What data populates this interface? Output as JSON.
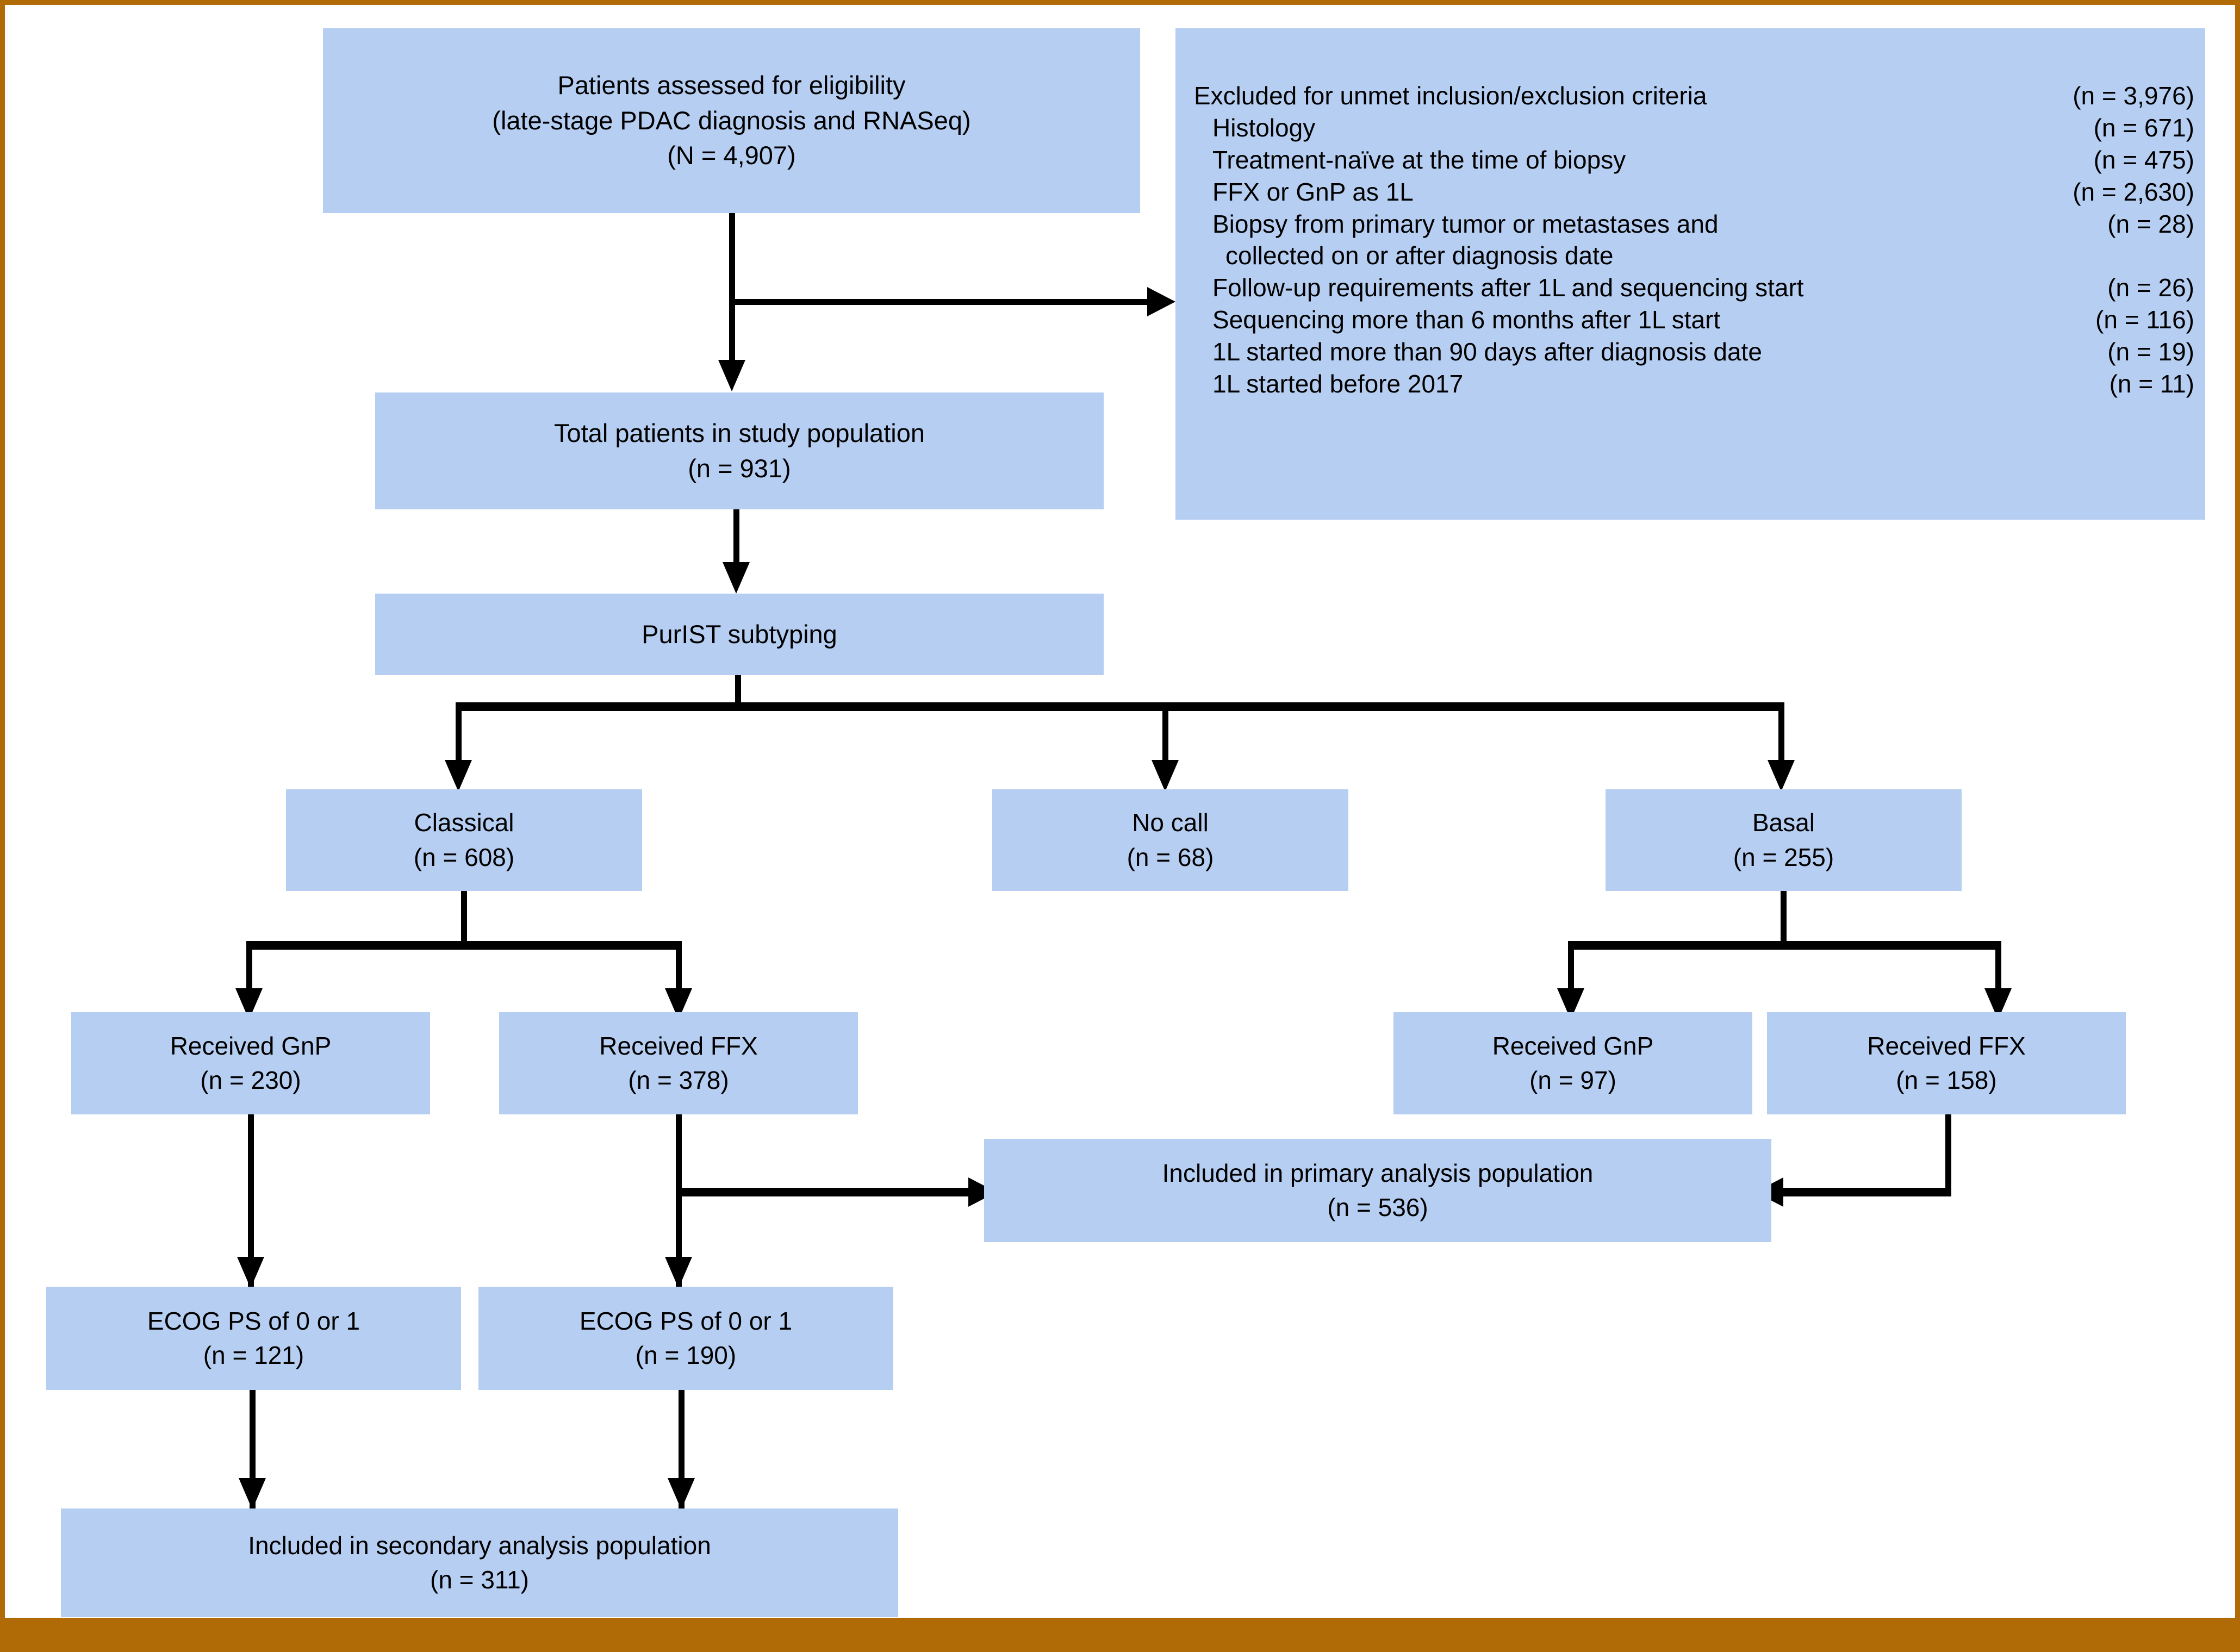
{
  "figure": {
    "type": "flow-diagram",
    "title": "CONSORT-style patient selection flow diagram",
    "frame_color": "#B06A06",
    "box_fill_color": "#B6CEF2",
    "connector_color": "#000000"
  },
  "nodes": {
    "eligibility": {
      "line1": "Patients assessed for eligibility",
      "line2": "(late-stage PDAC diagnosis and RNASeq)",
      "line3": "(N = 4,907)"
    },
    "study_population": {
      "line1": "Total patients in study population",
      "line2": "(n = 931)"
    },
    "subtyping": {
      "line1": "PurIST subtyping"
    },
    "classical": {
      "line1": "Classical",
      "line2": "(n = 608)"
    },
    "no_call": {
      "line1": "No call",
      "line2": "(n = 68)"
    },
    "basal": {
      "line1": "Basal",
      "line2": "(n = 255)"
    },
    "classical_gnp": {
      "line1": "Received GnP",
      "line2": "(n = 230)"
    },
    "classical_ffx": {
      "line1": "Received FFX",
      "line2": "(n = 378)"
    },
    "basal_gnp": {
      "line1": "Received GnP",
      "line2": "(n = 97)"
    },
    "basal_ffx": {
      "line1": "Received FFX",
      "line2": "(n = 158)"
    },
    "primary_population": {
      "line1": "Included in primary analysis population",
      "line2": "(n = 536)"
    },
    "ecog_gnp": {
      "line1": "ECOG PS of 0 or 1",
      "line2": "(n = 121)"
    },
    "ecog_ffx": {
      "line1": "ECOG PS of 0 or 1",
      "line2": "(n = 190)"
    },
    "secondary_population": {
      "line1": "Included in secondary analysis population",
      "line2": "(n = 311)"
    }
  },
  "exclusion": {
    "rows": [
      {
        "label": "Excluded for unmet inclusion/exclusion criteria",
        "count": "(n = 3,976)",
        "indent": 0
      },
      {
        "label": "Histology",
        "count": "(n = 671)",
        "indent": 1
      },
      {
        "label": "Treatment-naïve at the time of biopsy",
        "count": "(n = 475)",
        "indent": 1
      },
      {
        "label": "FFX or GnP as 1L",
        "count": "(n = 2,630)",
        "indent": 1
      },
      {
        "label": "Biopsy from primary tumor or metastases and",
        "count": "(n = 28)",
        "indent": 1
      },
      {
        "label": "collected on or after diagnosis date",
        "count": "",
        "indent": 2
      },
      {
        "label": "Follow-up requirements after 1L and sequencing start",
        "count": "(n = 26)",
        "indent": 1
      },
      {
        "label": "Sequencing more than 6 months after 1L start",
        "count": "(n = 116)",
        "indent": 1
      },
      {
        "label": "1L started more than 90 days after diagnosis date",
        "count": "(n = 19)",
        "indent": 1
      },
      {
        "label": "1L started before 2017",
        "count": "(n = 11)",
        "indent": 1
      }
    ]
  }
}
